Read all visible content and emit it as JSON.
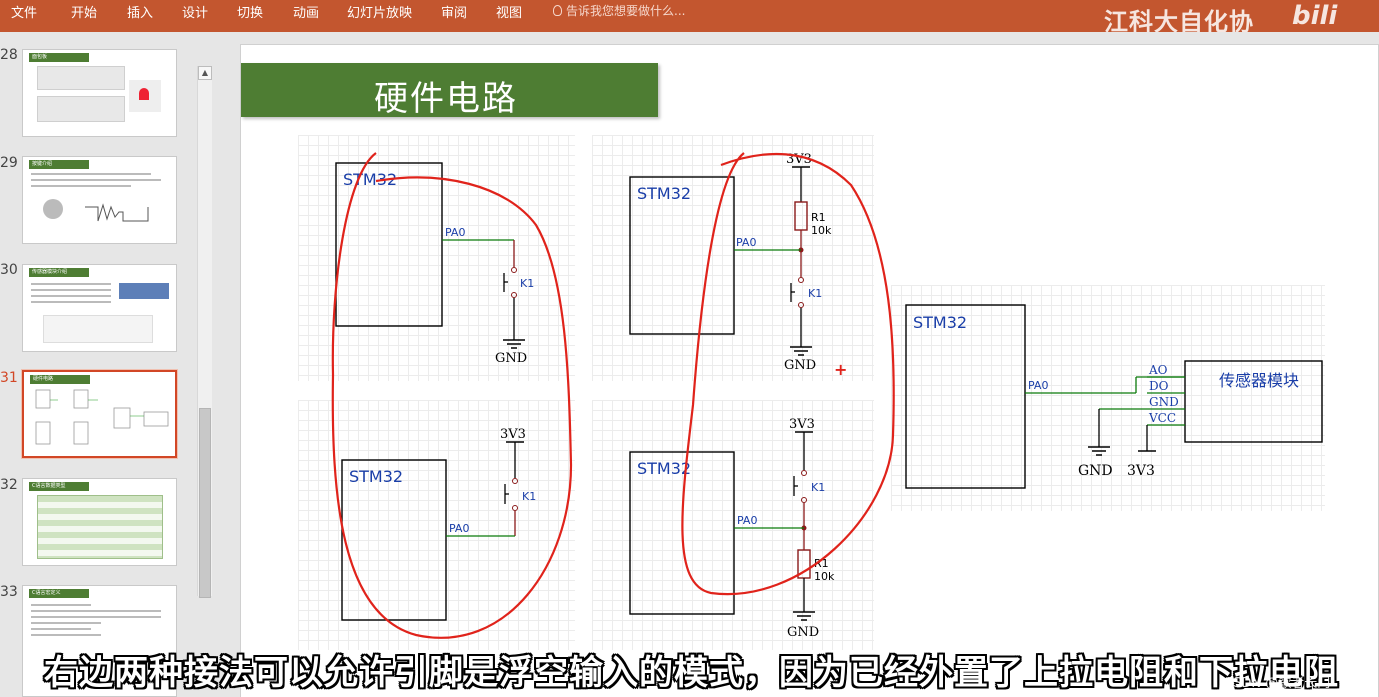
{
  "ribbon": {
    "tabs": [
      "文件",
      "开始",
      "插入",
      "设计",
      "切换",
      "动画",
      "幻灯片放映",
      "审阅",
      "视图"
    ],
    "tell_me_placeholder": "告诉我您想要做什么...",
    "watermark": "江科大自化协",
    "logo_text": "bili",
    "accent_color": "#c3562f"
  },
  "thumbnails": [
    {
      "num": "28",
      "title": "面包板"
    },
    {
      "num": "29",
      "title": "按键介绍"
    },
    {
      "num": "30",
      "title": "传感器模块介绍"
    },
    {
      "num": "31",
      "title": "硬件电路"
    },
    {
      "num": "32",
      "title": "C语言数据类型"
    },
    {
      "num": "33",
      "title": "C语言宏定义"
    }
  ],
  "selected_slide": "31",
  "slide": {
    "title": "硬件电路",
    "title_color": "#4e7d33",
    "circuits": {
      "c1": {
        "mcu": "STM32",
        "pin": "PA0",
        "switch": "K1",
        "ground": "GND"
      },
      "c2": {
        "mcu": "STM32",
        "pin": "PA0",
        "switch": "K1",
        "supply": "3V3"
      },
      "c3": {
        "mcu": "STM32",
        "pin": "PA0",
        "switch": "K1",
        "supply": "3V3",
        "resistor": "R1",
        "resistor_value": "10k",
        "ground": "GND"
      },
      "c4": {
        "mcu": "STM32",
        "pin": "PA0",
        "switch": "K1",
        "supply": "3V3",
        "resistor": "R1",
        "resistor_value": "10k",
        "ground": "GND"
      },
      "c5": {
        "mcu": "STM32",
        "pin": "PA0",
        "module": "传感器模块",
        "pins": [
          "AO",
          "DO",
          "GND",
          "VCC"
        ],
        "ground": "GND",
        "supply": "3V3"
      }
    },
    "plus_mark": "+"
  },
  "subtitle": "右边两种接法可以允许引脚是浮空输入的模式，因为已经外置了上拉电阻和下拉电阻",
  "csdn_watermark": "CSDN @歌者长门",
  "annotation_color": "#e0231b"
}
